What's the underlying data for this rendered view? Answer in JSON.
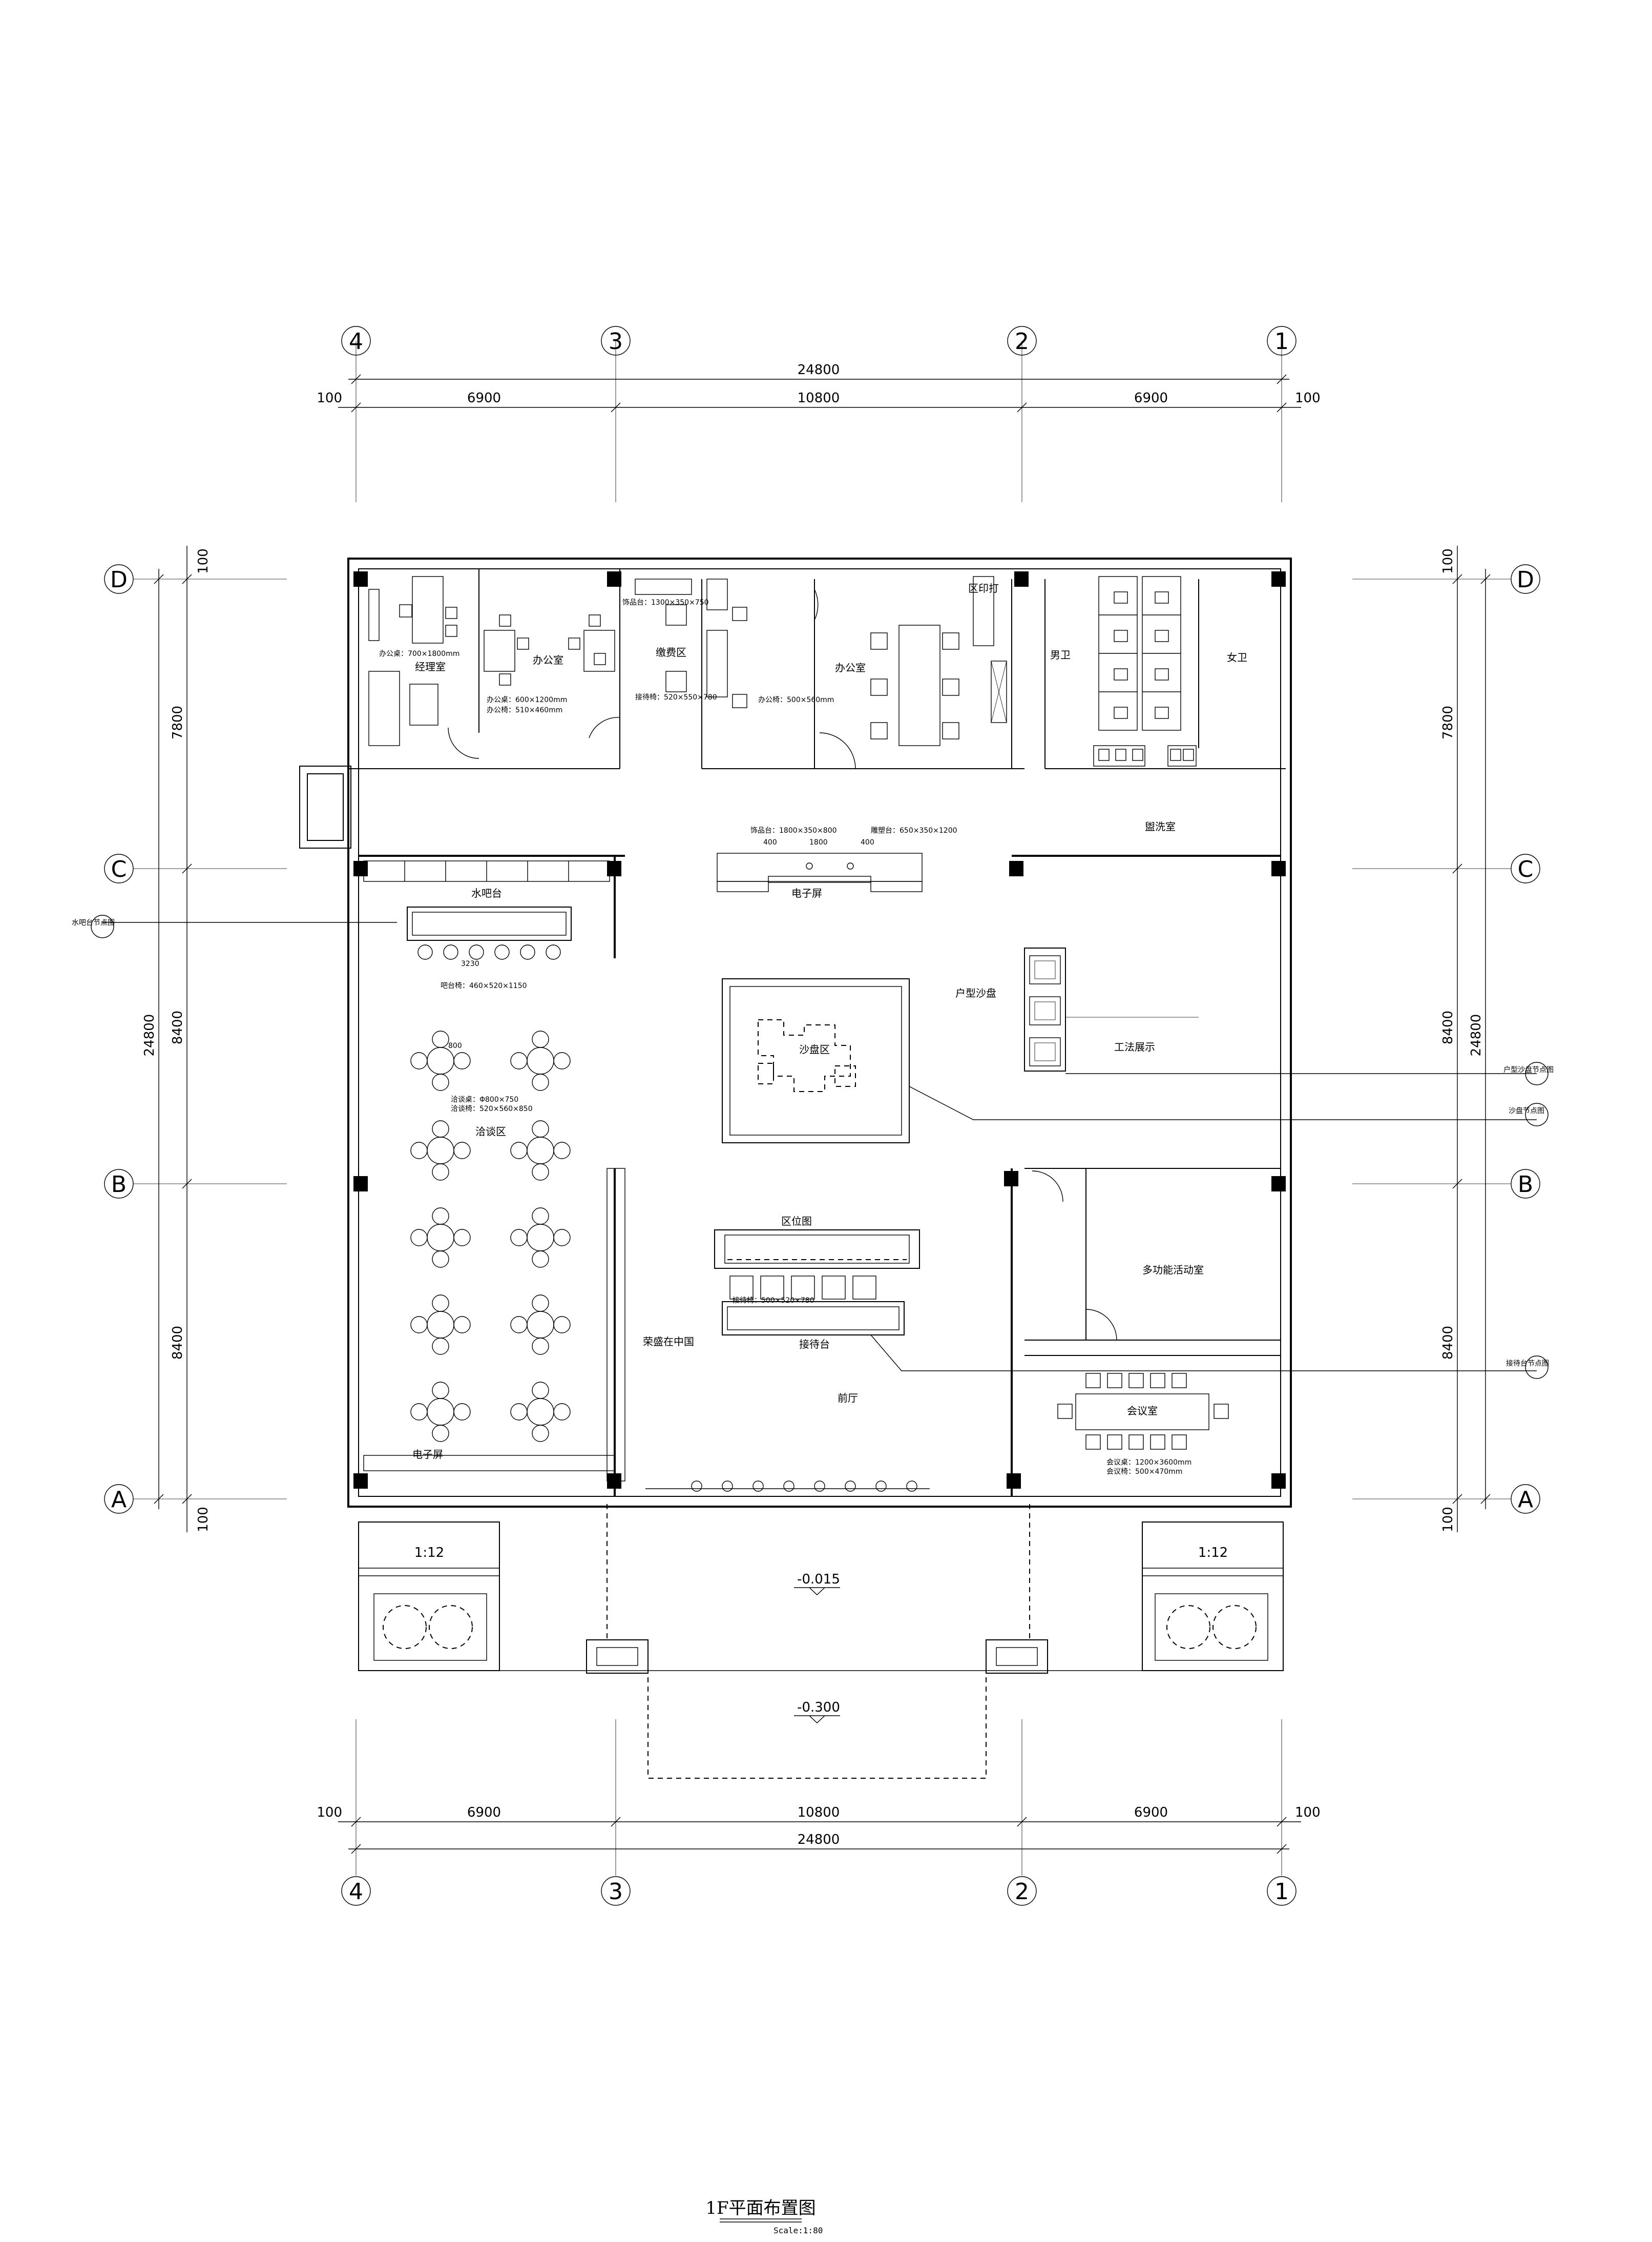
{
  "drawing": {
    "title": "1F平面布置图",
    "scale": "Scale:1:80"
  },
  "axes": {
    "top_labels": [
      "4",
      "3",
      "2",
      "1"
    ],
    "side_labels": [
      "D",
      "C",
      "B",
      "A"
    ]
  },
  "dimensions": {
    "total_width": "24800",
    "bays_h": [
      "6900",
      "10800",
      "6900"
    ],
    "edge": "100",
    "total_depth": "24800",
    "bays_v": [
      "7800",
      "8400",
      "8400"
    ]
  },
  "rooms": {
    "manager": "经理室",
    "office_left": "办公室",
    "payment": "缴费区",
    "office_right": "办公室",
    "print": "区印打",
    "men_wc": "男卫",
    "women_wc": "女卫",
    "wash": "盥洗室",
    "water_bar": "水吧台",
    "screen_top": "电子屏",
    "negotiation": "洽谈区",
    "sand_table": "沙盘区",
    "house_model": "户型沙盘",
    "craft": "工法展示",
    "location_map": "区位图",
    "reception_desk": "接待台",
    "rongsheng": "荣盛在中国",
    "lobby": "前厅",
    "multi": "多功能活动室",
    "meeting": "会议室",
    "screen_bottom": "电子屏"
  },
  "notes": {
    "manager_desk": "办公桌：700×1800mm",
    "office_desk": "办公桌：600×1200mm",
    "office_chair": "办公椅：510×460mm",
    "deco_small": "饰品台：1300×350×750",
    "reception_chair": "接待椅：520×550×780",
    "office_chair2": "办公椅：500×560mm",
    "deco_stand": "饰品台：1800×350×800",
    "sculpture_stand": "雕塑台：650×350×1200",
    "bar_chair": "吧台椅：460×520×1150",
    "bar_len": "3230",
    "nego_table": "洽谈桌：Φ800×750",
    "nego_chair": "洽谈椅：520×560×850",
    "table_dia": "800",
    "meeting_table": "会议桌：1200×3600mm",
    "meeting_chair": "会议椅：500×470mm",
    "reception_chairs": "接待椅：500×520×780",
    "small_a": "400",
    "small_b": "1800",
    "small_c": "400"
  },
  "callouts": {
    "water_bar_detail": "水吧台节点图",
    "house_model_detail": "户型沙盘节点图",
    "sand_detail": "沙盘节点图",
    "reception_detail": "接待台节点图"
  },
  "levels": {
    "entrance": "-0.015",
    "outside": "-0.300",
    "ramp_left": "1:12",
    "ramp_right": "1:12"
  }
}
